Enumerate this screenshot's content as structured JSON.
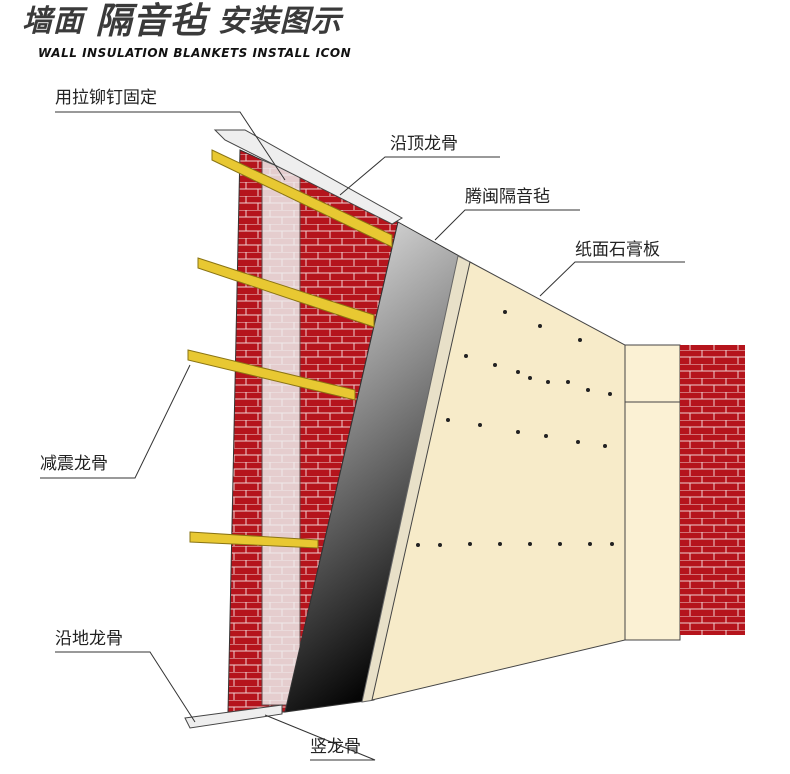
{
  "title": {
    "part1": "墙面",
    "part2": "隔音毡",
    "part3": "安装图示",
    "subtitle": "WALL INSULATION BLANKETS INSTALL ICON"
  },
  "labels": {
    "rivet": "用拉铆钉固定",
    "top_track": "沿顶龙骨",
    "felt": "腾闽隔音毡",
    "gypsum": "纸面石膏板",
    "resilient": "减震龙骨",
    "floor_track": "沿地龙骨",
    "stud": "竖龙骨"
  },
  "colors": {
    "brick": "#b5141c",
    "stud_yellow": "#e8c832",
    "gypsum": "#f7ebc9"
  }
}
